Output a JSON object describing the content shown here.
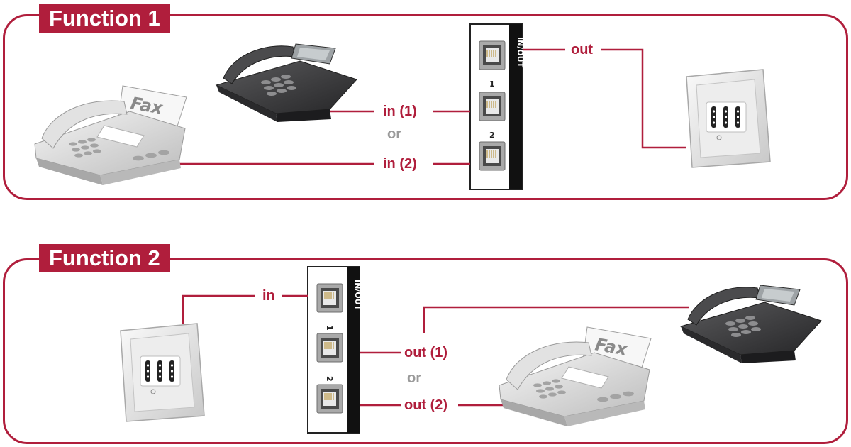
{
  "colors": {
    "accent": "#b01e3c",
    "or_text": "#9a9a9a",
    "device_dark": "#3c3c3e",
    "device_light": "#d9d9d9"
  },
  "function1": {
    "title": "Function 1",
    "labels": {
      "out": "out",
      "in1": "in (1)",
      "or": "or",
      "in2": "in (2)"
    },
    "adapter": {
      "header": "IN/OUT",
      "port1": "1",
      "port2": "2"
    },
    "fax_label": "Fax"
  },
  "function2": {
    "title": "Function 2",
    "labels": {
      "in": "in",
      "out1": "out (1)",
      "or": "or",
      "out2": "out (2)"
    },
    "adapter": {
      "header": "IN/OUT",
      "port1": "1",
      "port2": "2"
    },
    "fax_label": "Fax"
  }
}
